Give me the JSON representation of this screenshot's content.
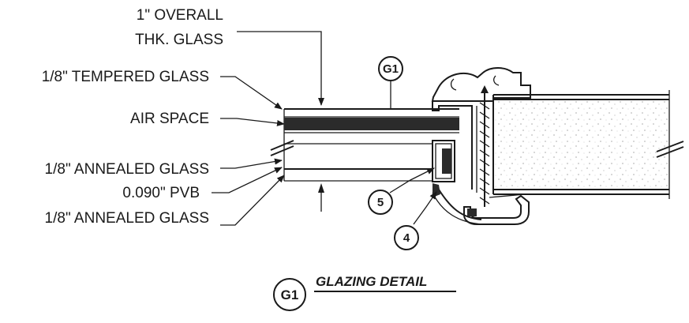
{
  "labels": {
    "overall_line1": "1\" OVERALL",
    "overall_line2": "THK. GLASS",
    "tempered": "1/8\" TEMPERED GLASS",
    "air_space": "AIR SPACE",
    "annealed_top": "1/8\" ANNEALED GLASS",
    "pvb": "0.090\" PVB",
    "annealed_bottom": "1/8\" ANNEALED GLASS"
  },
  "callouts": {
    "g1_top": "G1",
    "item_5": "5",
    "item_4": "4"
  },
  "title": {
    "tag": "G1",
    "text": "GLAZING DETAIL"
  }
}
